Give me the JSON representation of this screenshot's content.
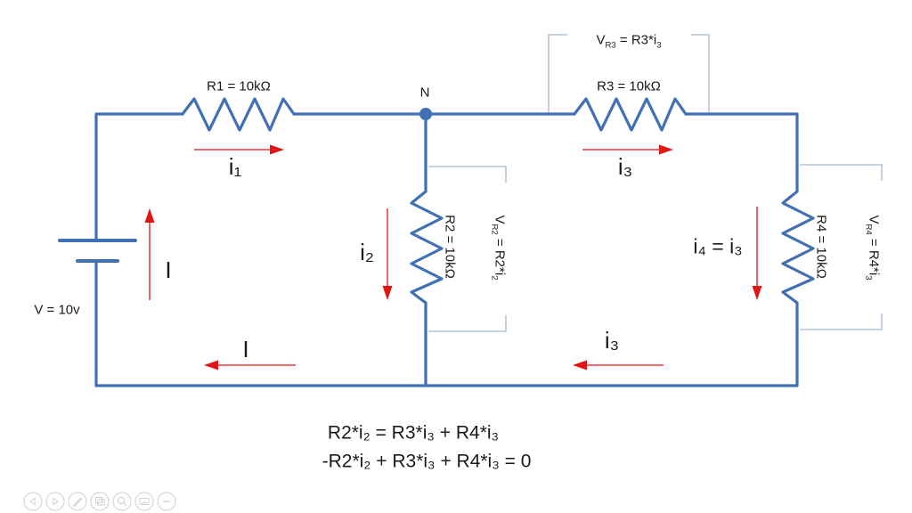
{
  "colors": {
    "wire_blue": "#4170B4",
    "arrow_red": "#E01515",
    "bracket_gray": "#A9BACF",
    "text_black": "#1A1A1A",
    "toolbar_gray": "#D8D8D8"
  },
  "components": {
    "r1_label": "R1 = 10kΩ",
    "r2_label": "R2 = 10kΩ",
    "r3_label": "R3 = 10kΩ",
    "r4_label": "R4 = 10kΩ",
    "source_label": "V = 10v",
    "node_label": "N"
  },
  "currents": {
    "i1": "i₁",
    "i2": "i₂",
    "i3_top": "i₃",
    "i3_bottom": "i₃",
    "i4_eq": "i₄ = i₃",
    "loop_up": "I",
    "loop_bottom": "I"
  },
  "voltage_annotations": {
    "vr2": {
      "v": "V",
      "vsub": "R2",
      "rest": " = R2*i",
      "restsub": "2"
    },
    "vr3": {
      "v": "V",
      "vsub": "R3",
      "rest": " = R3*i",
      "restsub": "3"
    },
    "vr4": {
      "v": "V",
      "vsub": "R4",
      "rest": " = R4*i",
      "restsub": "3"
    }
  },
  "equations": {
    "line1": "R2*i₂ = R3*i₃ + R4*i₃",
    "line2": "-R2*i₂ + R3*i₃ + R4*i₃ = 0"
  },
  "toolbar": {
    "icons": [
      "previous-slide",
      "next-slide",
      "pen",
      "see-all-slides",
      "zoom",
      "monitor",
      "more-options"
    ]
  }
}
